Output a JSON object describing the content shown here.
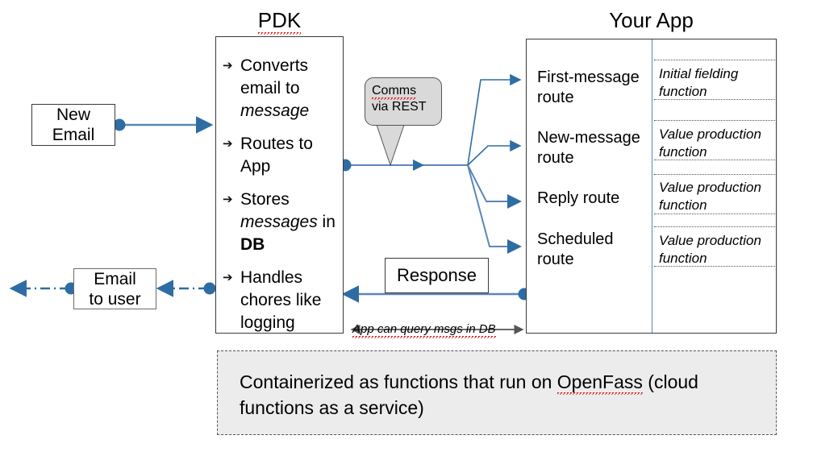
{
  "diagram": {
    "titles": {
      "pdk": "PDK",
      "your_app": "Your App"
    },
    "inputs": {
      "new_email": "New\nEmail",
      "new_email_line1": "New",
      "new_email_line2": "Email",
      "email_to_user_line1": "Email",
      "email_to_user_line2": "to user"
    },
    "pdk_bullets": [
      {
        "bullet": "➔",
        "parts": [
          {
            "text": "Converts email to ",
            "style": "normal"
          },
          {
            "text": "message",
            "style": "italic"
          }
        ],
        "plain": "Converts email to message"
      },
      {
        "bullet": "➔",
        "parts": [
          {
            "text": "Routes to App",
            "style": "normal"
          }
        ],
        "plain": "Routes to App"
      },
      {
        "bullet": "➔",
        "parts": [
          {
            "text": "Stores ",
            "style": "normal"
          },
          {
            "text": "messages",
            "style": "italic"
          },
          {
            "text": " in ",
            "style": "normal"
          },
          {
            "text": "DB",
            "style": "bold"
          }
        ],
        "plain": "Stores messages in DB"
      },
      {
        "bullet": "➔",
        "parts": [
          {
            "text": "Handles chores like logging",
            "style": "normal"
          }
        ],
        "plain": "Handles chores like logging"
      }
    ],
    "callout": {
      "line1": "Comms",
      "line2": "via REST",
      "full": "Comms via REST",
      "misspelled_word": "Comms"
    },
    "response": {
      "label": "Response"
    },
    "routes": [
      {
        "line1": "First-message",
        "line2": "route",
        "full": "First-message route"
      },
      {
        "line1": "New-message",
        "line2": "route",
        "full": "New-message route"
      },
      {
        "line1": "Reply route",
        "line2": "",
        "full": "Reply route"
      },
      {
        "line1": "Scheduled",
        "line2": "route",
        "full": "Scheduled route"
      }
    ],
    "functions": [
      {
        "line1": "Initial fielding",
        "line2": "function",
        "full": "Initial fielding function"
      },
      {
        "line1": "Value production",
        "line2": "function",
        "full": "Value production function"
      },
      {
        "line1": "Value production",
        "line2": "function",
        "full": "Value production function"
      },
      {
        "line1": "Value production",
        "line2": "function",
        "full": "Value production function"
      }
    ],
    "db_query_label": "App can query msgs in DB",
    "footer": {
      "line1": "Containerized as functions that run on OpenFass (cloud",
      "line2": "functions as a service)",
      "full": "Containerized as functions that run on OpenFass (cloud functions as a service)",
      "misspelled_word": "OpenFass"
    },
    "colors": {
      "connector_blue": "#2E6DA4",
      "line_blue": "#5B86B8",
      "box_border": "#3A3A3A",
      "divider_blue": "#5B86B8",
      "callout_fill": "#D9D9D9",
      "footer_fill": "#ECECEC",
      "dark_arrow": "#555555",
      "spellcheck_red": "#E02020"
    }
  }
}
